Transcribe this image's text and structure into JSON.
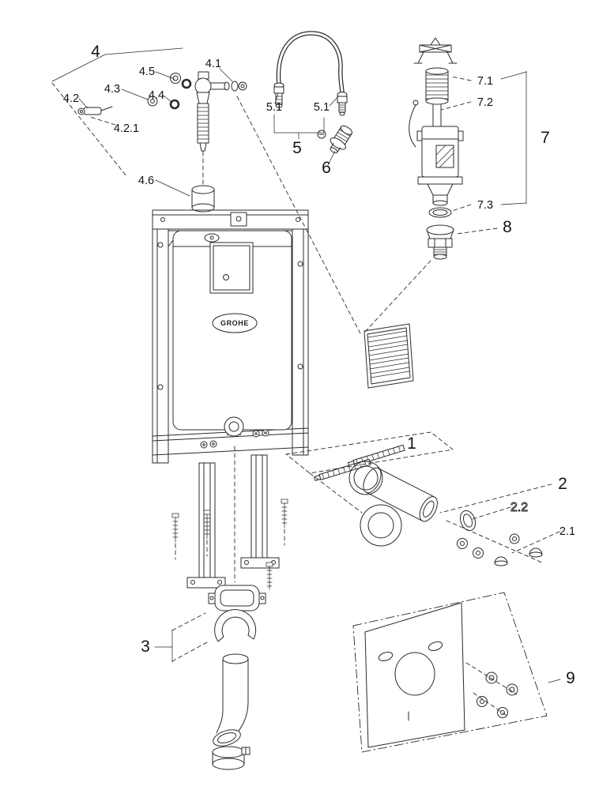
{
  "diagram": {
    "brand": "GROHE",
    "callouts": {
      "n1": "1",
      "n2": "2",
      "n2_1": "2.1",
      "n2_2": "2.2",
      "n3": "3",
      "n4": "4",
      "n4_1": "4.1",
      "n4_2": "4.2",
      "n4_2_1": "4.2.1",
      "n4_3": "4.3",
      "n4_4": "4.4",
      "n4_5": "4.5",
      "n4_6": "4.6",
      "n5": "5",
      "n5_1": "5.1",
      "n6": "6",
      "n7": "7",
      "n7_1": "7.1",
      "n7_2": "7.2",
      "n7_3": "7.3",
      "n8": "8",
      "n9": "9"
    }
  }
}
